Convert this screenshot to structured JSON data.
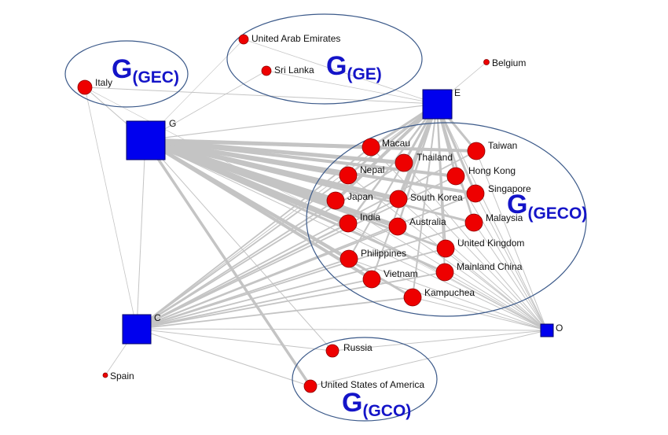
{
  "colors": {
    "country_node": "#ee0000",
    "country_node_stroke": "#8a0000",
    "hub_node": "#0000ee",
    "hub_node_stroke": "#000066",
    "edge": "#c4c4c4",
    "group_outline": "#3c5a8a",
    "group_label": "#1414c8"
  },
  "groups": [
    {
      "id": "gec",
      "letter": "G",
      "sub": "(GEC)"
    },
    {
      "id": "ge",
      "letter": "G",
      "sub": "(GE)"
    },
    {
      "id": "geco",
      "letter": "G",
      "sub": "(GECO)"
    },
    {
      "id": "gco",
      "letter": "G",
      "sub": "(GCO)"
    }
  ],
  "hubs": [
    {
      "id": "G",
      "label": "G"
    },
    {
      "id": "E",
      "label": "E"
    },
    {
      "id": "C",
      "label": "C"
    },
    {
      "id": "O",
      "label": "O"
    }
  ],
  "countries": [
    {
      "id": "uae",
      "label": "United Arab Emirates"
    },
    {
      "id": "srilanka",
      "label": "Sri Lanka"
    },
    {
      "id": "italy",
      "label": "Italy"
    },
    {
      "id": "belgium",
      "label": "Belgium"
    },
    {
      "id": "macau",
      "label": "Macau"
    },
    {
      "id": "taiwan",
      "label": "Taiwan"
    },
    {
      "id": "thailand",
      "label": "Thailand"
    },
    {
      "id": "nepal",
      "label": "Nepal"
    },
    {
      "id": "hongkong",
      "label": "Hong Kong"
    },
    {
      "id": "japan",
      "label": "Japan"
    },
    {
      "id": "southkorea",
      "label": "South Korea"
    },
    {
      "id": "singapore",
      "label": "Singapore"
    },
    {
      "id": "india",
      "label": "India"
    },
    {
      "id": "australia",
      "label": "Australia"
    },
    {
      "id": "malaysia",
      "label": "Malaysia"
    },
    {
      "id": "uk",
      "label": "United Kingdom"
    },
    {
      "id": "philippines",
      "label": "Philippines"
    },
    {
      "id": "mainlandchina",
      "label": "Mainland China"
    },
    {
      "id": "vietnam",
      "label": "Vietnam"
    },
    {
      "id": "kampuchea",
      "label": "Kampuchea"
    },
    {
      "id": "russia",
      "label": "Russia"
    },
    {
      "id": "usa",
      "label": "United States of America"
    },
    {
      "id": "spain",
      "label": "Spain"
    }
  ]
}
